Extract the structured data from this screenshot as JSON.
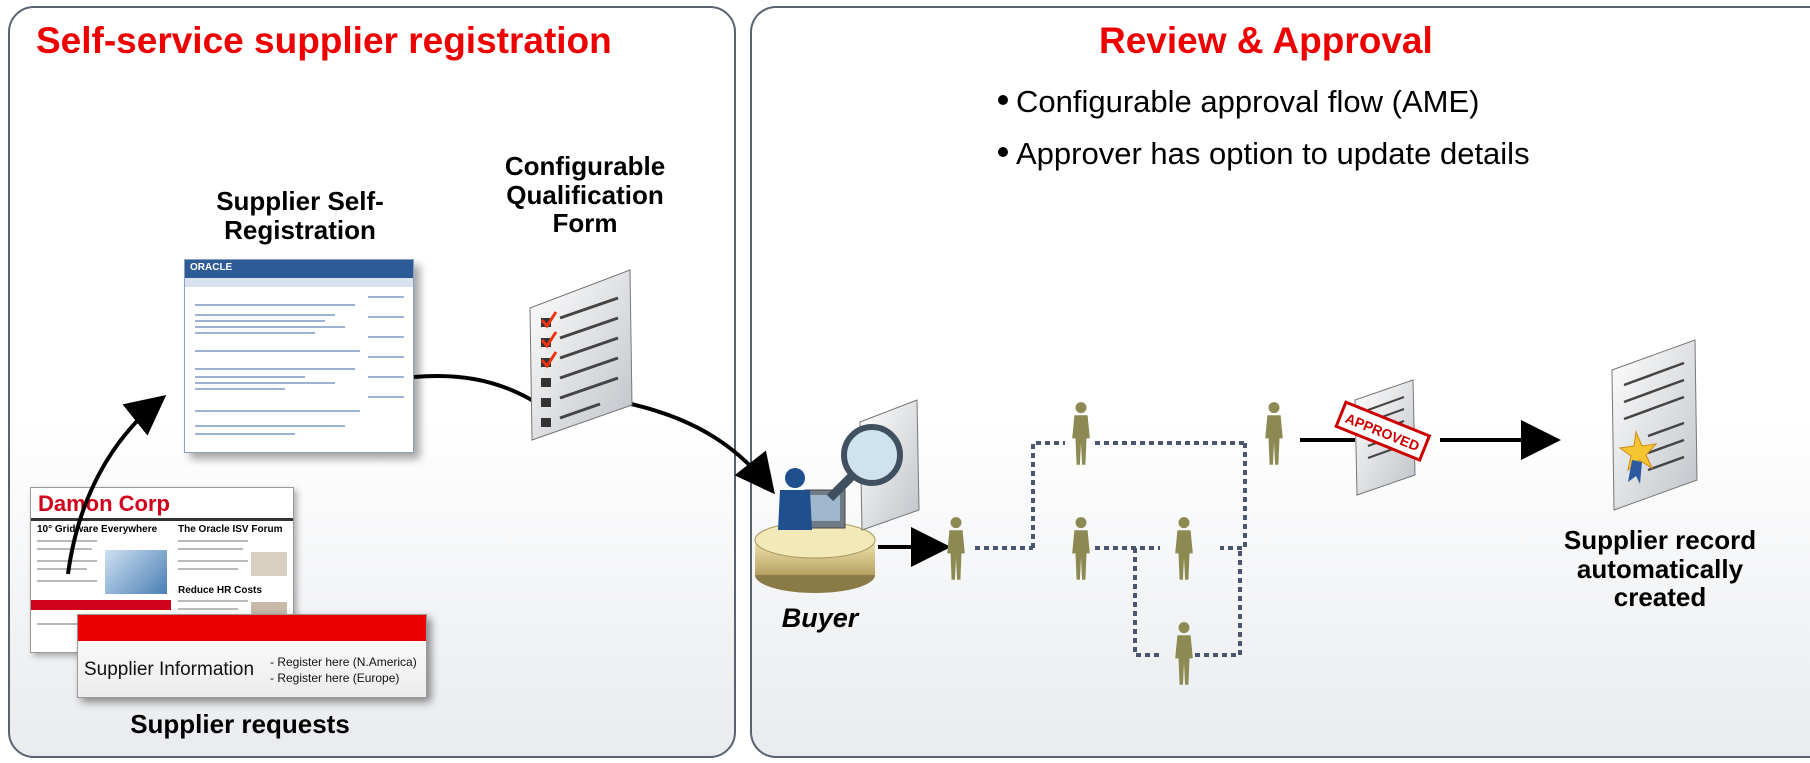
{
  "left_panel": {
    "title": "Self-service supplier registration",
    "self_registration_label_line1": "Supplier Self-",
    "self_registration_label_line2": "Registration",
    "qualification_label_line1": "Configurable",
    "qualification_label_line2": "Qualification",
    "qualification_label_line3": "Form",
    "supplier_requests_label": "Supplier requests",
    "screenshot_brand": "ORACLE",
    "damon_page": {
      "company": "Damon Corp",
      "headline_left": "10° Gridware Everywhere",
      "headline_right": "The Oracle ISV Forum",
      "headline_right_2": "Reduce HR Costs"
    },
    "supplier_info_zoom": {
      "label": "Supplier Information",
      "link_na": "- Register here (N.America)",
      "link_eu": "- Register here (Europe)"
    }
  },
  "right_panel": {
    "title": "Review & Approval",
    "bullets": [
      "Configurable approval flow (AME)",
      "Approver has option to update details"
    ],
    "buyer_label": "Buyer",
    "stamp_text": "APPROVED",
    "record_label_line1": "Supplier record",
    "record_label_line2": "automatically",
    "record_label_line3": "created"
  },
  "colors": {
    "title_red": "#ee0000",
    "panel_border": "#5a6270",
    "approver_figure": "#8c8a52",
    "flow_dots": "#4a5570"
  }
}
